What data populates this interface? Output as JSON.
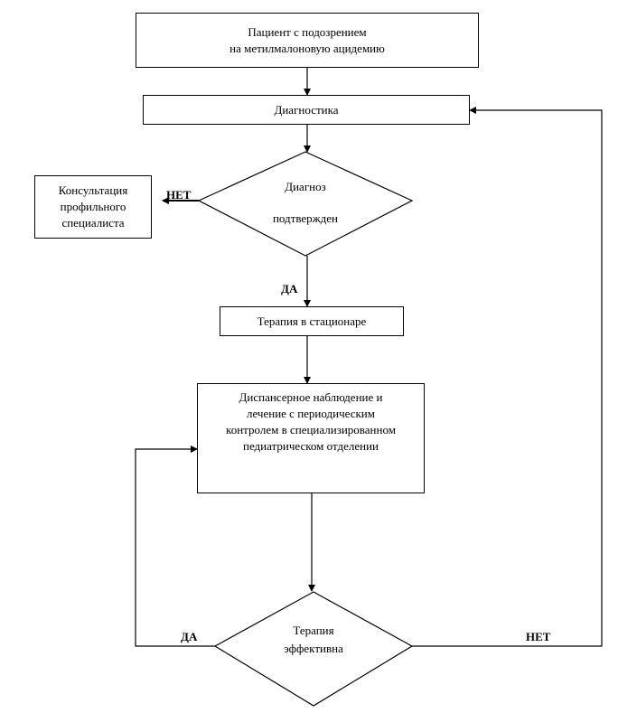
{
  "nodes": {
    "patient": {
      "lines": [
        "Пациент с подозрением",
        "на метилмалоновую ацидемию"
      ]
    },
    "diagnostics": {
      "label": "Диагностика"
    },
    "diagnosis_confirmed": {
      "line1": "Диагноз",
      "line2": "подтвержден"
    },
    "consultation": {
      "lines": [
        "Консультация",
        "профильного",
        "специалиста"
      ]
    },
    "inpatient_therapy": {
      "label": "Терапия в стационаре"
    },
    "dispensary": {
      "lines": [
        "Диспансерное наблюдение и",
        "лечение с периодическим",
        "контролем в специализированном",
        "педиатрическом отделении"
      ]
    },
    "therapy_effective": {
      "line1": "Терапия",
      "line2": "эффективна"
    }
  },
  "edge_labels": {
    "diagnosis_no": "НЕТ",
    "diagnosis_yes": "ДА",
    "therapy_yes": "ДА",
    "therapy_no": "НЕТ"
  }
}
